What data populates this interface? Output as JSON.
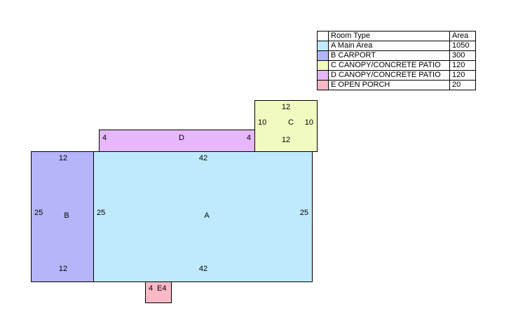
{
  "legend": {
    "header_type": "Room Type",
    "header_area": "Area",
    "rows": [
      {
        "label": "A Main Area",
        "area": "1050",
        "color": "#bfeafd"
      },
      {
        "label": "B CARPORT",
        "area": "300",
        "color": "#b5b5fb"
      },
      {
        "label": "C CANOPY/CONCRETE PATIO",
        "area": "120",
        "color": "#f1fbbf"
      },
      {
        "label": "D CANOPY/CONCRETE PATIO",
        "area": "120",
        "color": "#e6b7fb"
      },
      {
        "label": "E OPEN PORCH",
        "area": "20",
        "color": "#fbb9c7"
      }
    ]
  },
  "rooms": {
    "a": {
      "label": "A",
      "color": "#bfeafd",
      "top": "42",
      "bottom": "42",
      "left": "25",
      "right": "25"
    },
    "b": {
      "label": "B",
      "color": "#b5b5fb",
      "top": "12",
      "bottom": "12",
      "left": "25"
    },
    "c": {
      "label": "C",
      "color": "#f1fbbf",
      "top": "12",
      "bottom": "12",
      "left": "10",
      "right": "10"
    },
    "d": {
      "label": "D",
      "color": "#e6b7fb",
      "left": "4",
      "right": "4"
    },
    "e": {
      "label": "E4",
      "color": "#fbb9c7",
      "left": "4"
    }
  }
}
